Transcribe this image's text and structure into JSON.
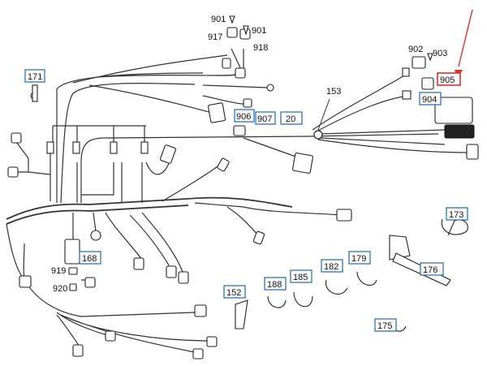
{
  "diagram": {
    "boxed_labels": [
      {
        "id": "171",
        "text": "171"
      },
      {
        "id": "905",
        "text": "905"
      },
      {
        "id": "904",
        "text": "904"
      },
      {
        "id": "906",
        "text": "906"
      },
      {
        "id": "907",
        "text": "907"
      },
      {
        "id": "20",
        "text": "20"
      },
      {
        "id": "173",
        "text": "173"
      },
      {
        "id": "168",
        "text": "168"
      },
      {
        "id": "176",
        "text": "176"
      },
      {
        "id": "152",
        "text": "152"
      },
      {
        "id": "188",
        "text": "188"
      },
      {
        "id": "185",
        "text": "185"
      },
      {
        "id": "182",
        "text": "182"
      },
      {
        "id": "179",
        "text": "179"
      },
      {
        "id": "175",
        "text": "175"
      }
    ],
    "plain_labels": [
      {
        "id": "901a",
        "text": "901"
      },
      {
        "id": "901b",
        "text": "901"
      },
      {
        "id": "917",
        "text": "917"
      },
      {
        "id": "918",
        "text": "918"
      },
      {
        "id": "902",
        "text": "902"
      },
      {
        "id": "903",
        "text": "903"
      },
      {
        "id": "153",
        "text": "153"
      },
      {
        "id": "919",
        "text": "919"
      },
      {
        "id": "920",
        "text": "920"
      }
    ],
    "highlight_color": "#e0302b",
    "box_color": "#2e73b8"
  }
}
